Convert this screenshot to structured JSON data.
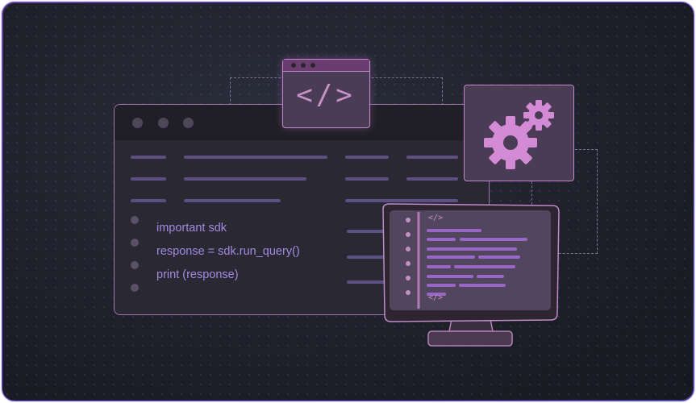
{
  "code_lines": [
    "important sdk",
    "response = sdk.run_query()",
    "print (response)"
  ],
  "code_window_symbol": "</>",
  "monitor_tag_top": "</>",
  "monitor_tag_bottom": "</>",
  "icons": [
    "window-dots-icon",
    "code-icon",
    "gears-icon",
    "monitor-icon"
  ],
  "colors": {
    "background": "#1d1f29",
    "accent": "#c189c9",
    "code_text": "#a18be0",
    "border": "#8b62e8"
  }
}
